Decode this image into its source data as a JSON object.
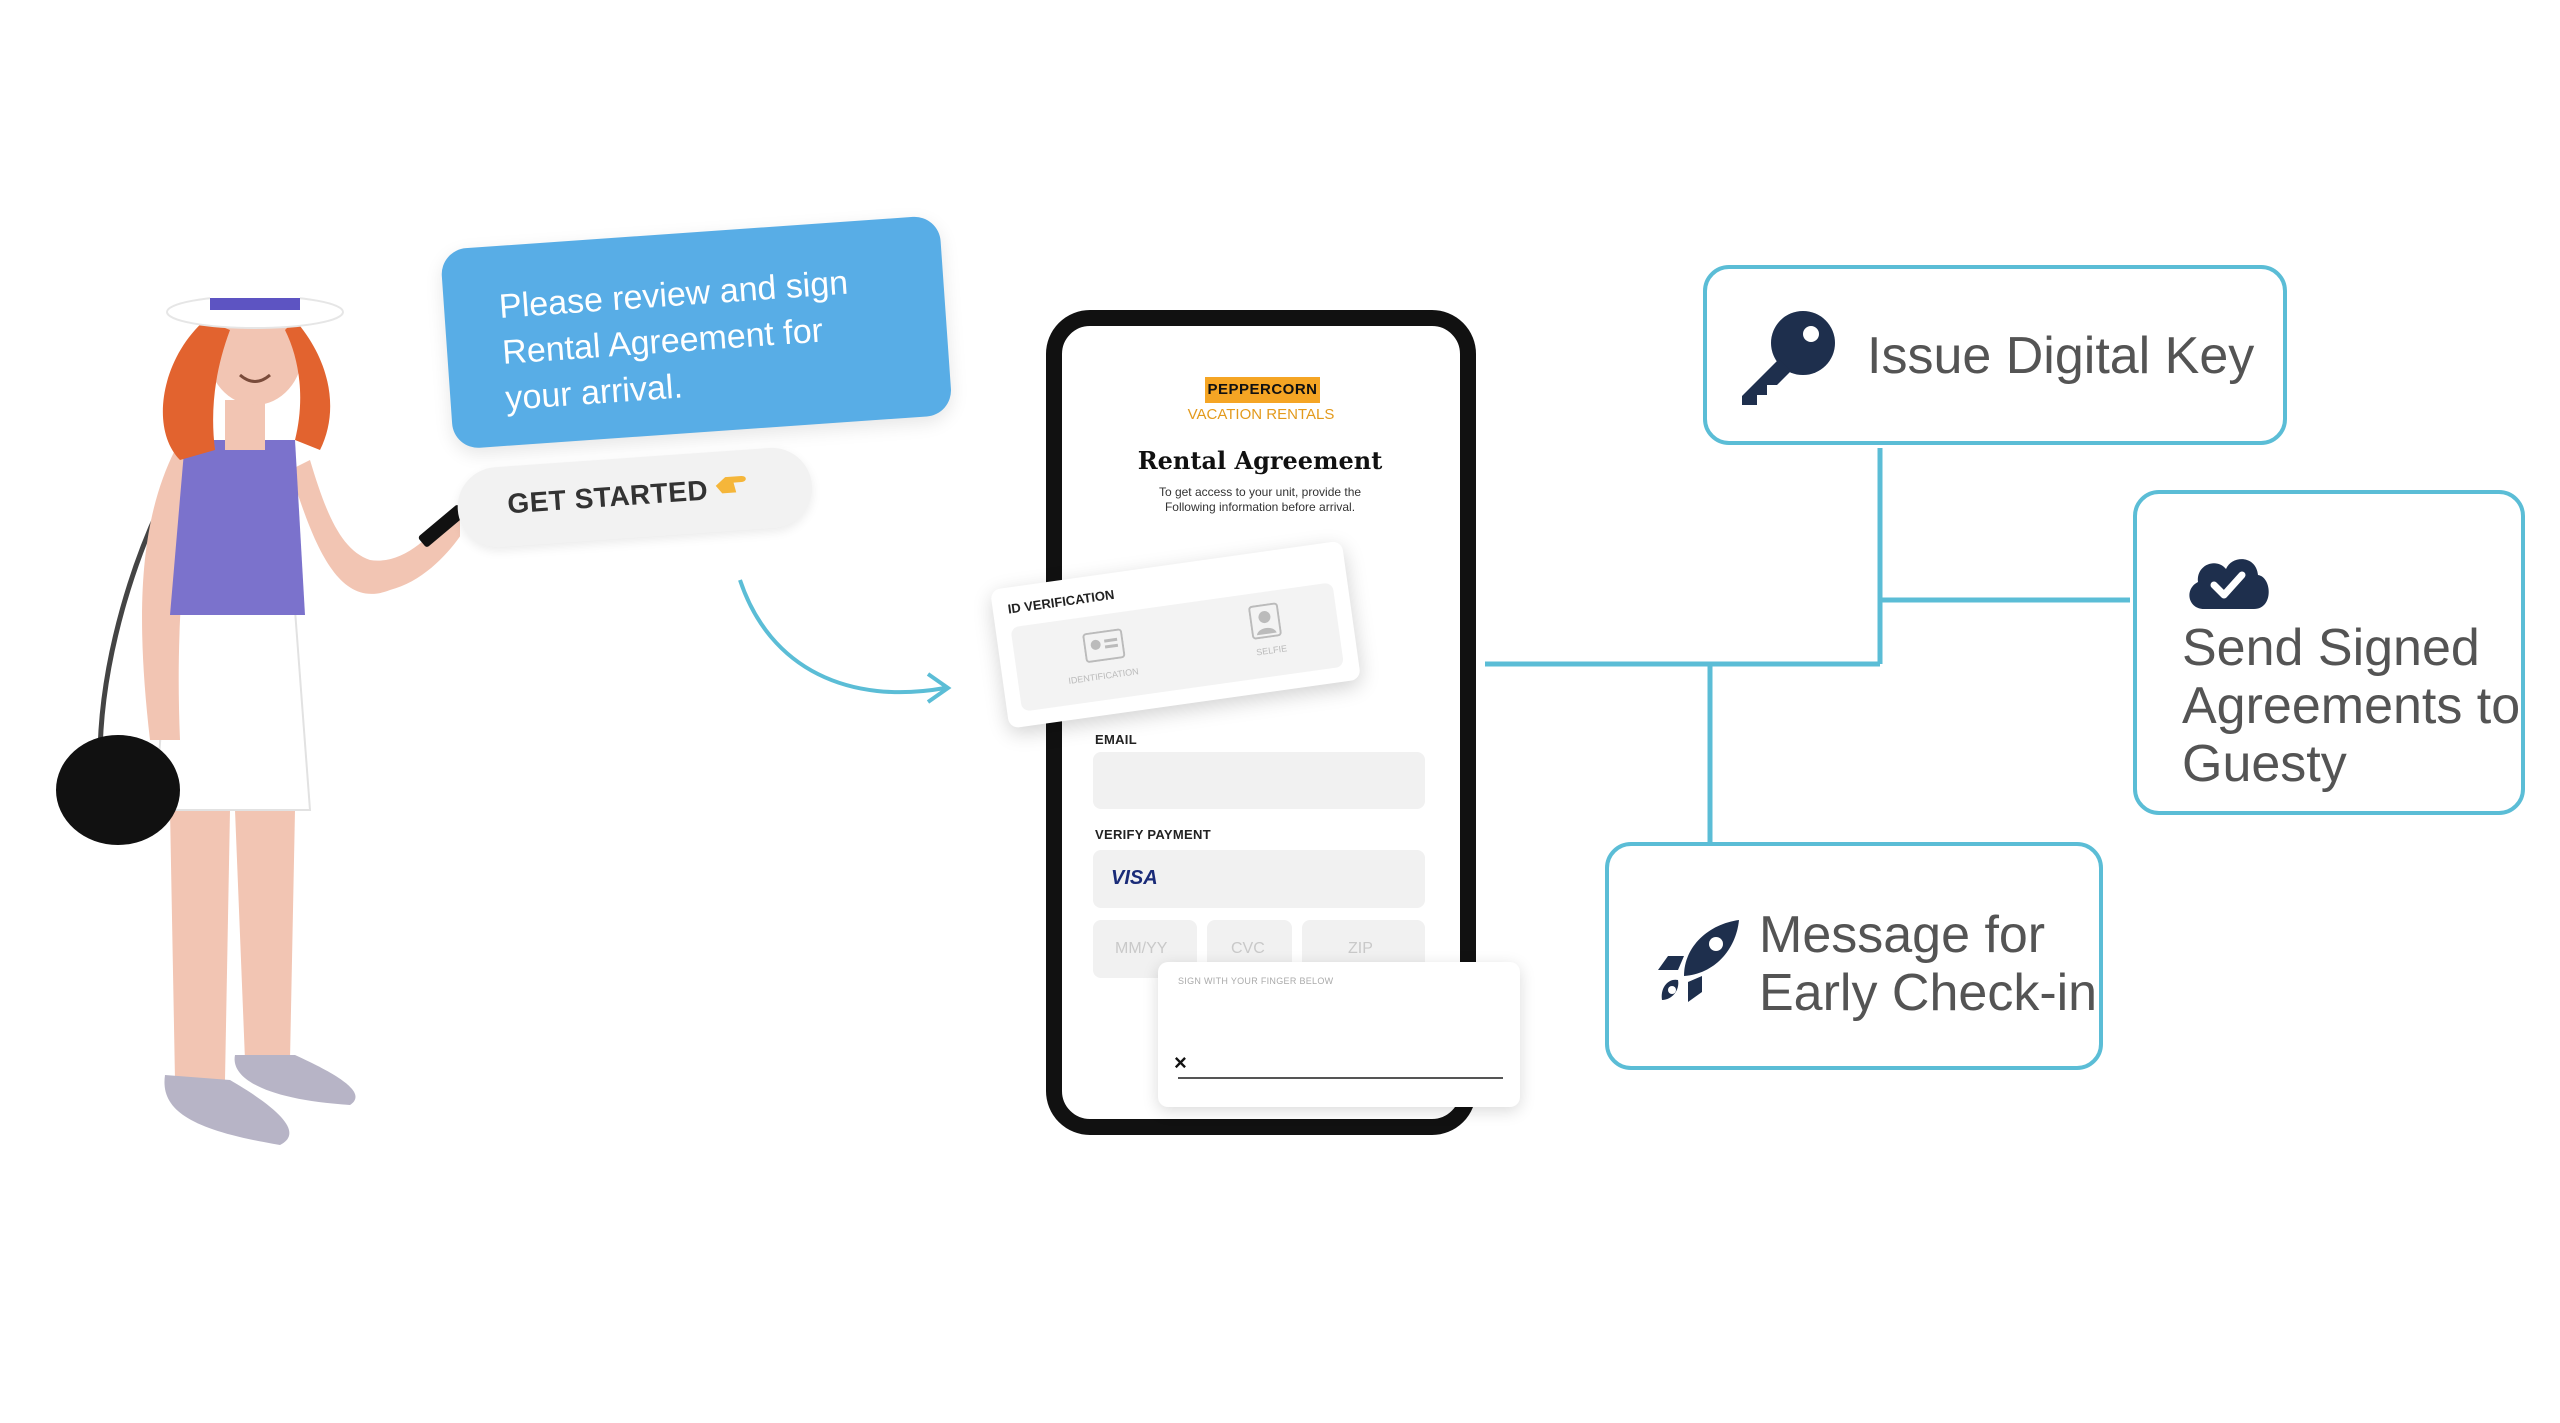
{
  "speech": {
    "message": "Please review and sign\nRental Agreement for\nyour arrival.",
    "cta_label": "GET STARTED"
  },
  "phone": {
    "brand": "PEPPERCORN",
    "brand_sub": "VACATION RENTALS",
    "title": "Rental Agreement",
    "description": "To get access to your unit, provide the\nFollowing information before arrival.",
    "id_verification": {
      "label": "ID VERIFICATION",
      "identification_label": "IDENTIFICATION",
      "selfie_label": "SELFIE"
    },
    "email_label": "EMAIL",
    "verify_payment_label": "VERIFY PAYMENT",
    "card_brand": "VISA",
    "expiry_placeholder": "MM/YY",
    "cvc_placeholder": "CVC",
    "zip_placeholder": "ZIP",
    "signature_instruction": "SIGN WITH YOUR FINGER BELOW",
    "signature_mark": "×"
  },
  "nodes": {
    "digital_key": "Issue Digital Key",
    "send_agreements": "Send Signed\nAgreements to\nGuesty",
    "early_checkin": "Message for\nEarly Check-in"
  },
  "colors": {
    "bubble": "#58ade6",
    "connector": "#5bbdd6",
    "icon": "#1e2f4d",
    "brand_badge": "#f5a524",
    "node_text": "#545454"
  },
  "icons": {
    "key": "key-icon",
    "cloud": "cloud-check-icon",
    "rocket": "rocket-icon",
    "hand": "pointing-hand-icon"
  }
}
